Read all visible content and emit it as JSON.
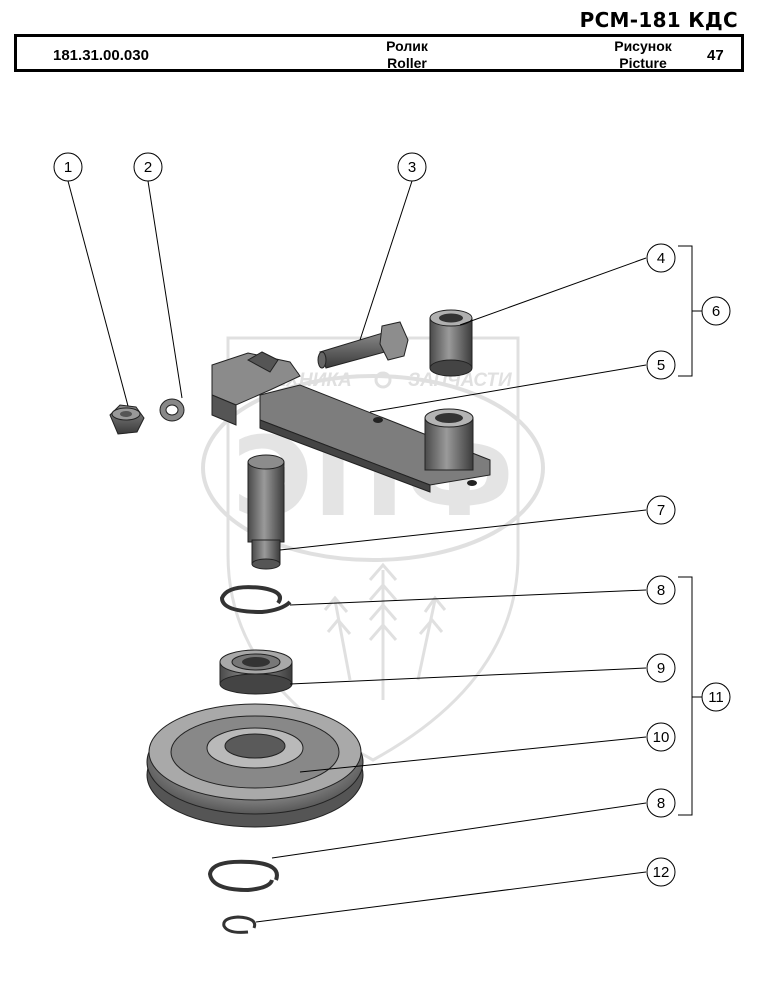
{
  "header": {
    "model": "РСМ-181 КДС",
    "part_number": "181.31.00.030",
    "name_ru": "Ролик",
    "name_en": "Roller",
    "picture_label_ru": "Рисунок",
    "picture_label_en": "Picture",
    "picture_number": "47"
  },
  "watermark": {
    "line1": "ТЕХНИКА",
    "line2": "ЗАПЧАСТИ",
    "logo": "ЭПФ"
  },
  "callouts": [
    {
      "number": "1"
    },
    {
      "number": "2"
    },
    {
      "number": "3"
    },
    {
      "number": "4"
    },
    {
      "number": "5"
    },
    {
      "number": "6"
    },
    {
      "number": "7"
    },
    {
      "number": "8"
    },
    {
      "number": "9"
    },
    {
      "number": "10"
    },
    {
      "number": "11"
    },
    {
      "number": "8"
    },
    {
      "number": "12"
    }
  ]
}
